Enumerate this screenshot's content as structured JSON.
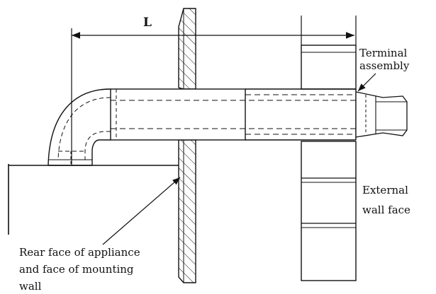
{
  "diagram": {
    "dimension_label": "L",
    "labels": {
      "terminal": [
        "Terminal",
        "assembly"
      ],
      "external_wall": [
        "External",
        "wall face"
      ],
      "rear_face": [
        "Rear face of appliance",
        "and face of mounting",
        "wall"
      ]
    },
    "colors": {
      "line": "#111111",
      "background": "#ffffff"
    }
  }
}
